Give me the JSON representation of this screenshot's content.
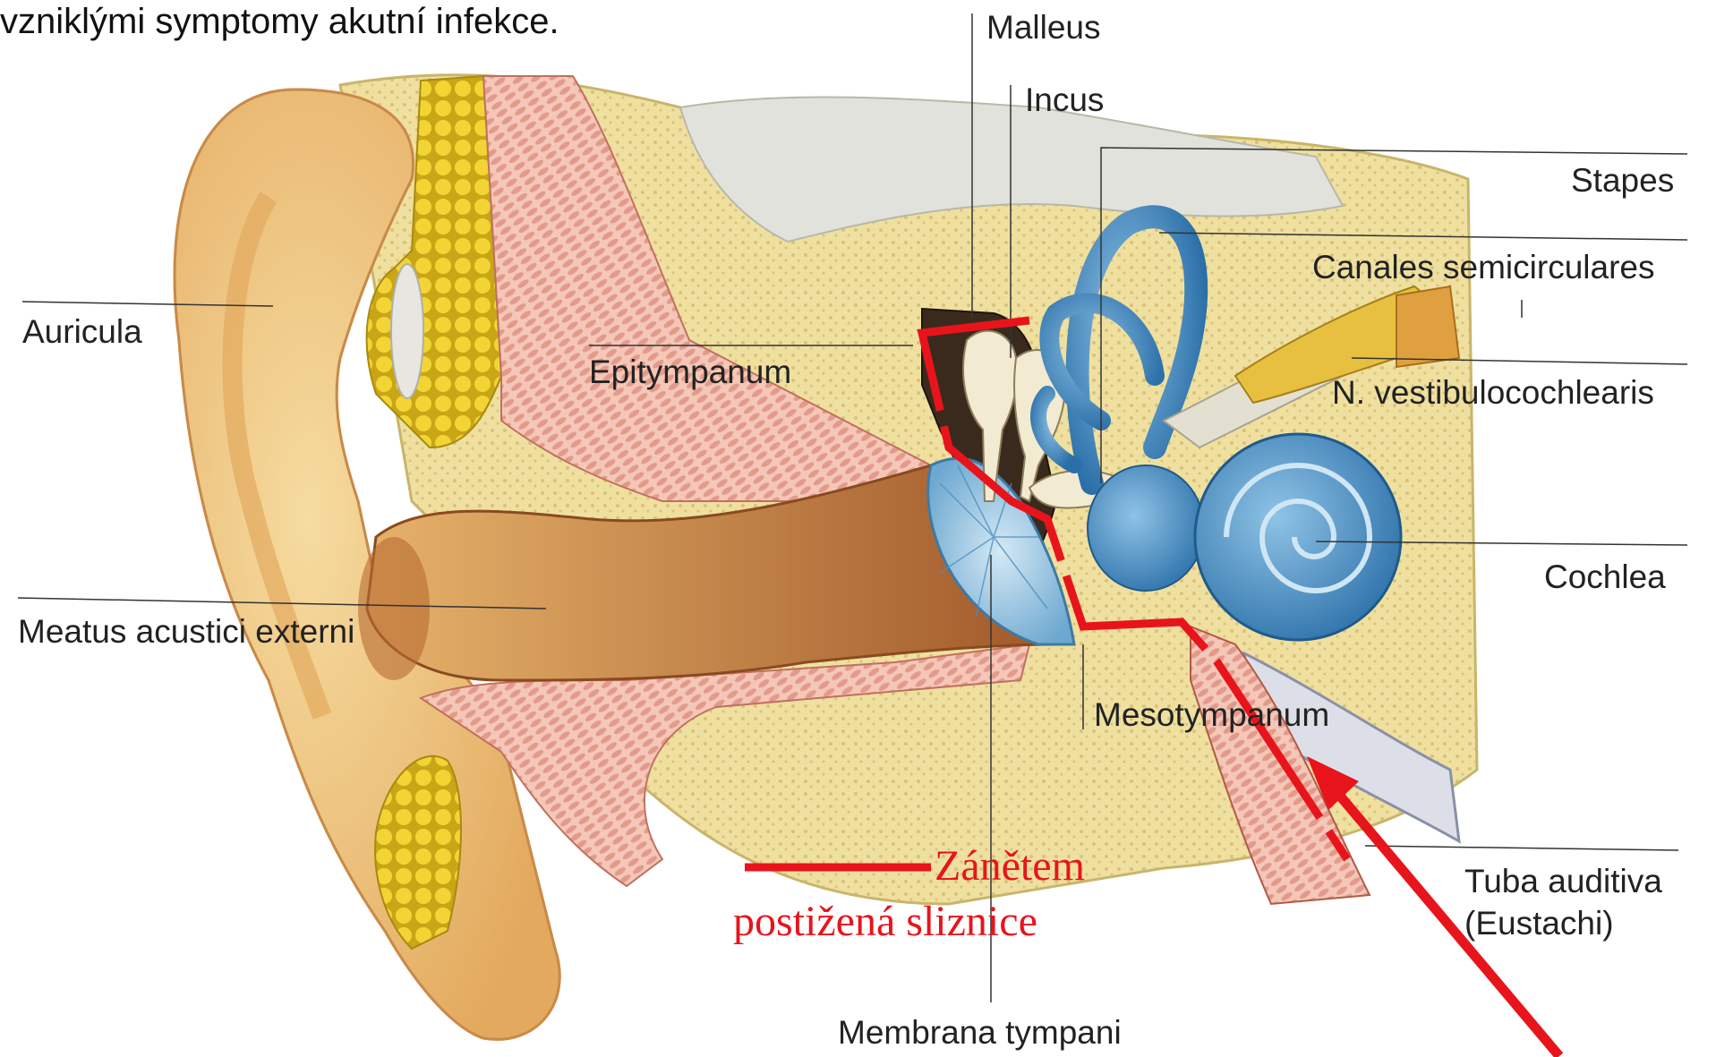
{
  "caption_fragment": "vzniklými symptomy akutní infekce.",
  "labels": {
    "malleus": "Malleus",
    "incus": "Incus",
    "stapes": "Stapes",
    "canales": "Canales semicirculares",
    "auricula": "Auricula",
    "epitympanum": "Epitympanum",
    "nerve": "N. vestibulocochlearis",
    "cochlea": "Cochlea",
    "meatus": "Meatus acustici externi",
    "mesotympanum": "Mesotympanum",
    "tuba_1": "Tuba auditiva",
    "tuba_2": "(Eustachi)",
    "membrana": "Membrana tympani"
  },
  "legend": {
    "line1": "Zánětem",
    "line2": "postižená sliznice"
  },
  "colors": {
    "highlight": "#e8141c",
    "bone": "#efe3a0",
    "skin": "#f2c98a",
    "canal": "#c98a48",
    "inner_ear": "#3a86bd",
    "fat": "#e9c626",
    "muscle": "#d98e80",
    "label_text": "#222222"
  }
}
